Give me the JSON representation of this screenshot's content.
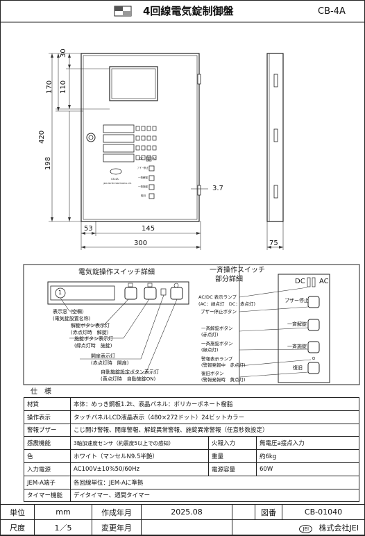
{
  "header": {
    "title": "4回線電気錠制御盤",
    "model": "CB-4A"
  },
  "dimensions": {
    "d30": "30",
    "d170": "170",
    "d110": "110",
    "d420": "420",
    "d198": "198",
    "d3_7": "3.7",
    "d53": "53",
    "d145": "145",
    "d300": "300",
    "d75": "75"
  },
  "panel_labels": {
    "dc": "DC",
    "ac": "AC",
    "buzzer_stop": "ﾌﾞｻﾞｰ停止",
    "all_unlock": "一斉解錠",
    "all_lock": "一斉施錠",
    "restore": "復旧",
    "model_small": "CB-4A",
    "maker_small": "JIMA PROTECTION FRONTAL CTR"
  },
  "detail": {
    "left_title": "電気錠操作スイッチ詳細",
    "right_title_line1": "一斉操作スイッチ",
    "right_title_line2": "部分詳細",
    "circle_number": "1",
    "left_callouts": [
      {
        "line1": "表示窓（空欄）",
        "line2": "(電気錠設置名称)"
      },
      {
        "line1": "解錠ボタン表示灯",
        "line2": "(赤点灯時　解錠)"
      },
      {
        "line1": "施錠ボタン表示灯",
        "line2": "(緑点灯時　施錠)"
      },
      {
        "line1": "開扉表示灯",
        "line2": "(赤点灯時　開扉)"
      },
      {
        "line1": "自動施錠設定ボタン表示灯",
        "line2": "(黄点灯時　自動施錠ON)"
      }
    ],
    "right_callouts": [
      {
        "line1": "AC/DC 表示ランプ",
        "line2": "(AC：緑点灯　DC：赤点灯)"
      },
      {
        "line1": "ブザー停止ボタン",
        "line2": ""
      },
      {
        "line1": "一斉解錠ボタン",
        "line2": "(赤点灯)"
      },
      {
        "line1": "一斉施錠ボタン",
        "line2": "(緑点灯)"
      },
      {
        "line1": "警報表示ランプ",
        "line2": "(警報発報中　赤点灯)"
      },
      {
        "line1": "復旧ボタン",
        "line2": "(警報発報時　黄点灯)"
      }
    ],
    "panel_dc": "DC",
    "panel_ac": "AC",
    "panel_buzzer": "ブザー停止",
    "panel_unlock": "一斉解錠",
    "panel_lock": "一斉施錠",
    "panel_restore": "復旧"
  },
  "spec": {
    "section_title": "仕　様",
    "rows": [
      {
        "label": "材質",
        "value": "本体：めっき鋼板1.2t、液晶パネル：ポリカーボネート樹脂"
      },
      {
        "label": "操作表示",
        "value": "タッチパネルLCD液晶表示（480×272ドット）24ビットカラー"
      },
      {
        "label": "警報ブザー",
        "value": "こじ開け警報、開扉警報、解錠異常警報、施錠異常警報（任意秒数設定）"
      },
      {
        "label": "感震機能",
        "value": "3軸加速度センサ（約震度5以上での感知）",
        "label2": "火報入力",
        "value2": "無電圧a接点入力"
      },
      {
        "label": "色",
        "value": "ホワイト（マンセルN9.5半艶）",
        "label2": "重量",
        "value2": "約6kg"
      },
      {
        "label": "入力電源",
        "value": "AC100V±10%50/60Hz",
        "label2": "電源容量",
        "value2": "60W"
      },
      {
        "label": "JEM-A端子",
        "value": "各回線単位：JEM-Aに準拠"
      },
      {
        "label": "タイマー機能",
        "value": "デイタイマー、週間タイマー"
      }
    ]
  },
  "footer": {
    "unit_label": "単位",
    "unit_value": "mm",
    "created_label": "作成年月",
    "created_value": "2025.08",
    "drawing_no_label": "図番",
    "drawing_no_value": "CB-01040",
    "scale_label": "尺度",
    "scale_value": "1／5",
    "changed_label": "変更年月",
    "changed_value": "",
    "company": "株式会社JEI",
    "logo_text": "JEI"
  }
}
